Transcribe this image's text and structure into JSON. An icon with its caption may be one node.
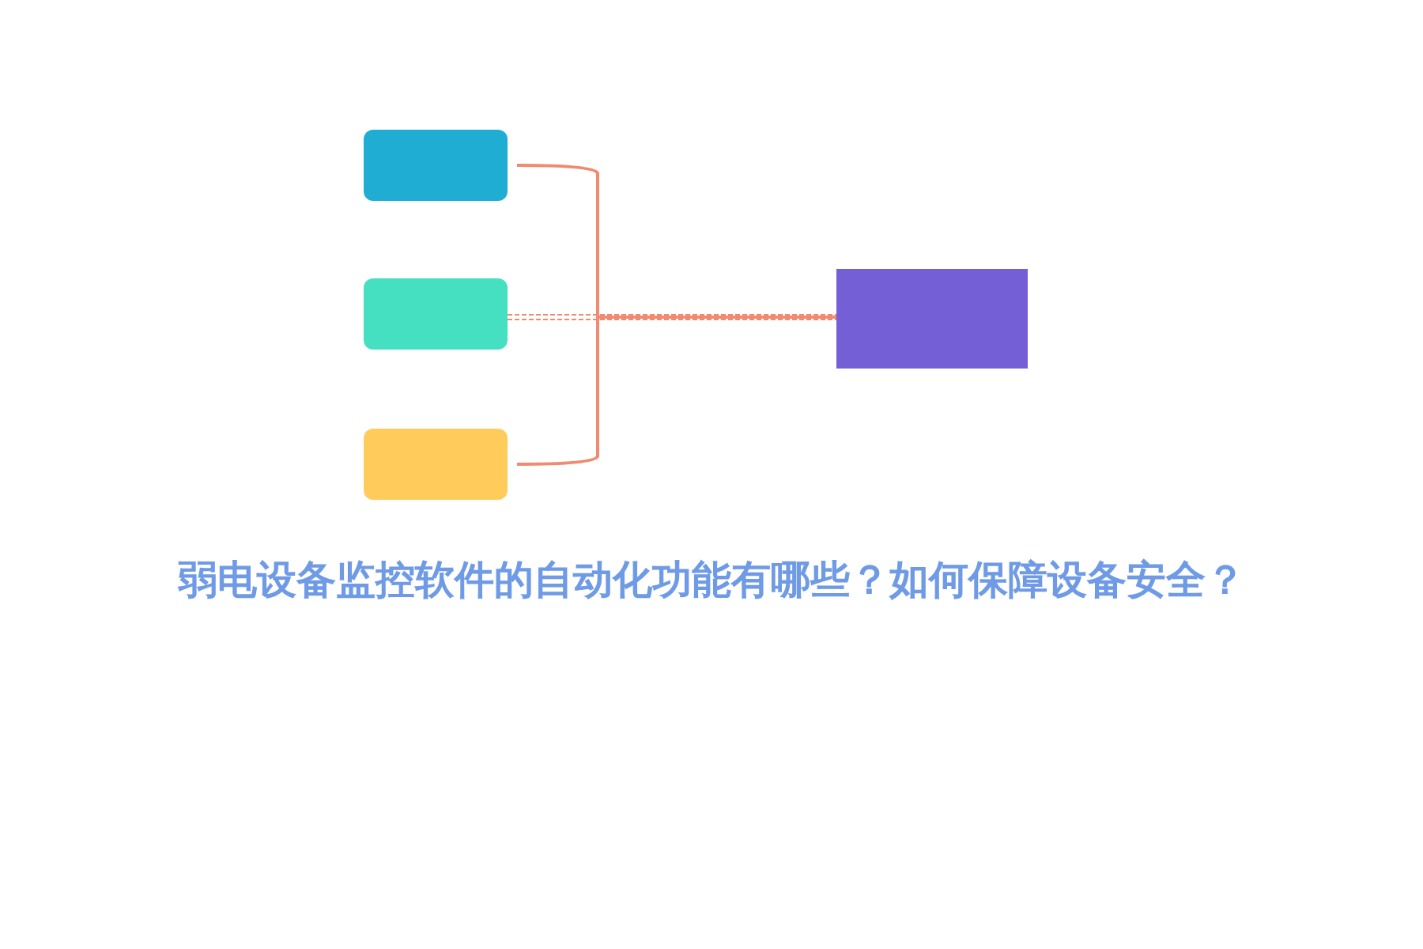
{
  "diagram": {
    "title": "弱电设备监控软件的自动化功能有哪些？如何保障设备安全？",
    "nodes": [
      {
        "text": [],
        "shape": "box"
      },
      {
        "text": [],
        "shape": "box"
      },
      {
        "text": [],
        "shape": "box"
      },
      {
        "text": [],
        "shape": "box"
      }
    ],
    "edges": [
      {
        "from": 0,
        "to": 3,
        "arrow": "none"
      },
      {
        "from": 1,
        "to": 3,
        "arrow": "none",
        "style": "dashed"
      },
      {
        "from": 2,
        "to": 3,
        "arrow": "none"
      }
    ]
  }
}
